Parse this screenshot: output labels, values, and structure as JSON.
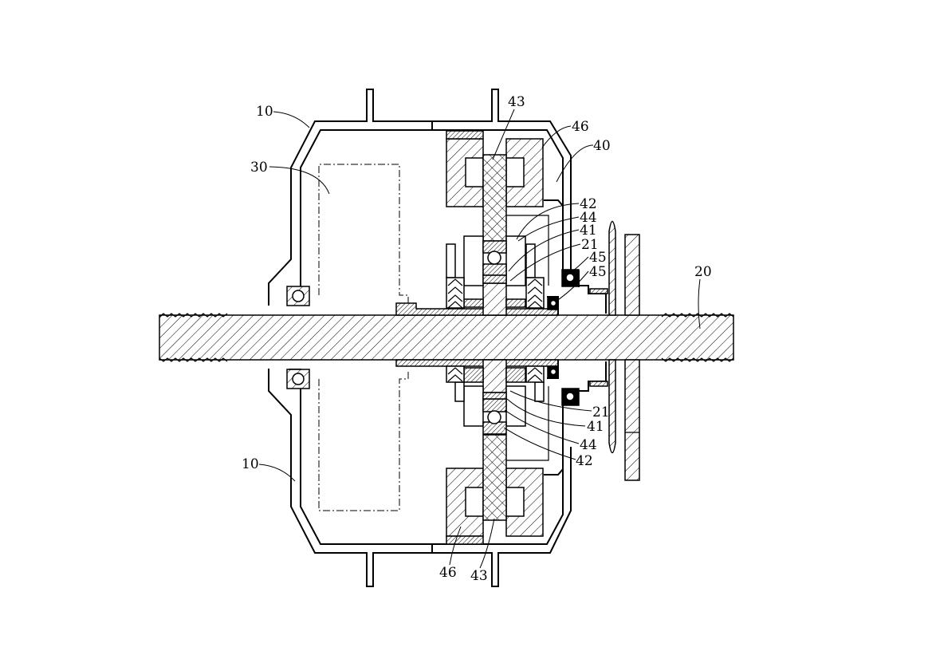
{
  "labels": {
    "l10_top": "10",
    "l30": "30",
    "l43_top": "43",
    "l46_top": "46",
    "l40": "40",
    "l42_top": "42",
    "l44_top": "44",
    "l41_top": "41",
    "l21_top": "21",
    "l45_a": "45",
    "l45_b": "45",
    "l20": "20",
    "l10_bot": "10",
    "l21_bot": "21",
    "l41_bot": "41",
    "l44_bot": "44",
    "l42_bot": "42",
    "l46_bot": "46",
    "l43_bot": "43"
  }
}
